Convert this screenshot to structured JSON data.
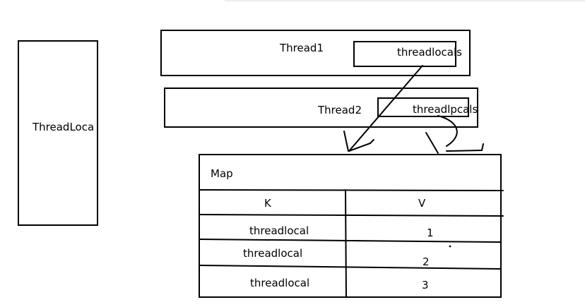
{
  "threadlocal_box": {
    "label": "ThreadLoca"
  },
  "thread1": {
    "label": "Thread1",
    "field": "threadlocals"
  },
  "thread2": {
    "label": "Thread2",
    "field": "threadlpcals"
  },
  "map": {
    "title": "Map",
    "headers": {
      "k": "K",
      "v": "V"
    },
    "rows": [
      {
        "k": "threadlocal",
        "v": "1"
      },
      {
        "k": "threadlocal",
        "v": "2"
      },
      {
        "k": "threadlocal",
        "v": "3"
      }
    ]
  },
  "colors": {
    "ink": "#000000",
    "background": "#ffffff"
  }
}
